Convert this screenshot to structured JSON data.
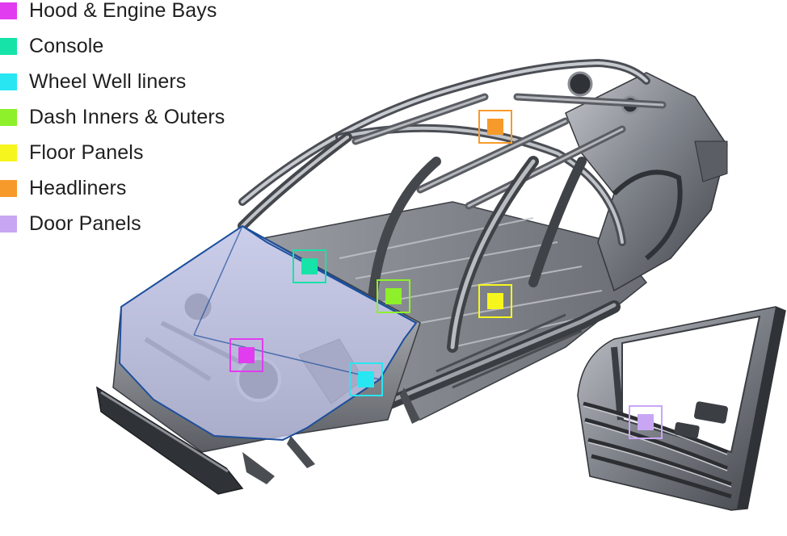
{
  "legend": {
    "items": [
      {
        "label": "Hood & Engine Bays",
        "color": "#e13cf0",
        "key": "hood"
      },
      {
        "label": "Console",
        "color": "#16e3a8",
        "key": "console"
      },
      {
        "label": "Wheel Well liners",
        "color": "#28e6f2",
        "key": "wheel"
      },
      {
        "label": "Dash Inners & Outers",
        "color": "#8df02a",
        "key": "dash"
      },
      {
        "label": "Floor Panels",
        "color": "#f6f61e",
        "key": "floor"
      },
      {
        "label": "Headliners",
        "color": "#f79a2c",
        "key": "headliner"
      },
      {
        "label": "Door Panels",
        "color": "#c9a6f4",
        "key": "door"
      }
    ]
  },
  "colors": {
    "highlight_fill": "#c8caf0",
    "highlight_edge": "#1d4f9c",
    "metal_dark": "#3c3f44",
    "metal_mid": "#7c8087",
    "metal_light": "#b9bcc1"
  },
  "icons": {
    "car_body": "car-body-in-white-illustration",
    "door": "door-frame-illustration"
  }
}
